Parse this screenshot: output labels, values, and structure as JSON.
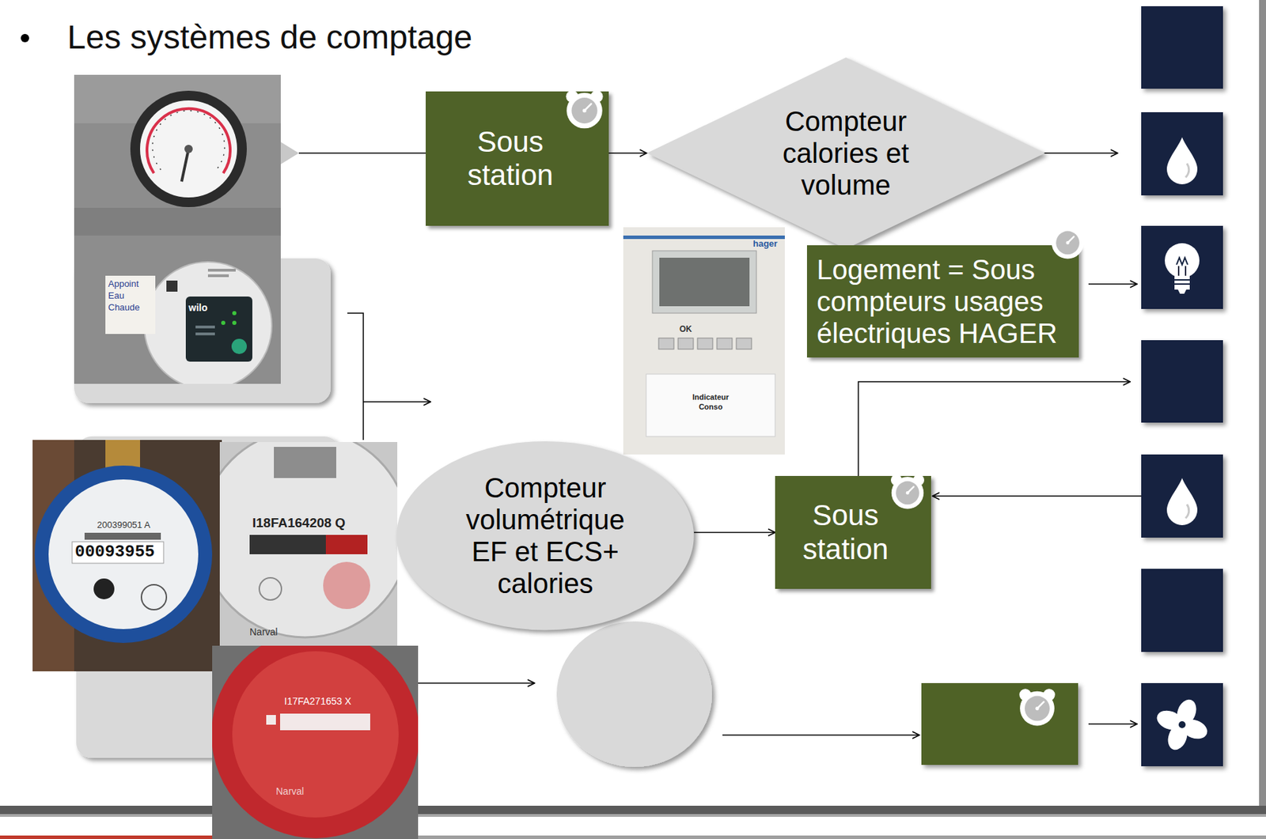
{
  "diagram": {
    "title": "Les systèmes de comptage",
    "nodes": [
      {
        "text": [
          "Sous station"
        ]
      },
      {
        "text": [
          "Compteur calories et volume"
        ]
      },
      {
        "text": [
          "Logement = Sous compteurs usages électriques HAGER"
        ]
      },
      {
        "text": [
          "Compteur volumétrique EF et ECS+ calories"
        ]
      },
      {
        "text": [
          "Sous station"
        ]
      }
    ],
    "edges": [
      {
        "from": 0,
        "to": 1,
        "arrow": "to"
      },
      {
        "from": 3,
        "to": 4,
        "arrow": "to"
      }
    ],
    "labels": [
      "Appoint Eau Chaude",
      "wilo",
      "hager",
      "OK",
      "Indicateur Conso",
      "200399051 A",
      "00093955",
      "I18FA164208 Q",
      "Narval",
      "I17FA271653 X",
      "Narval"
    ]
  }
}
